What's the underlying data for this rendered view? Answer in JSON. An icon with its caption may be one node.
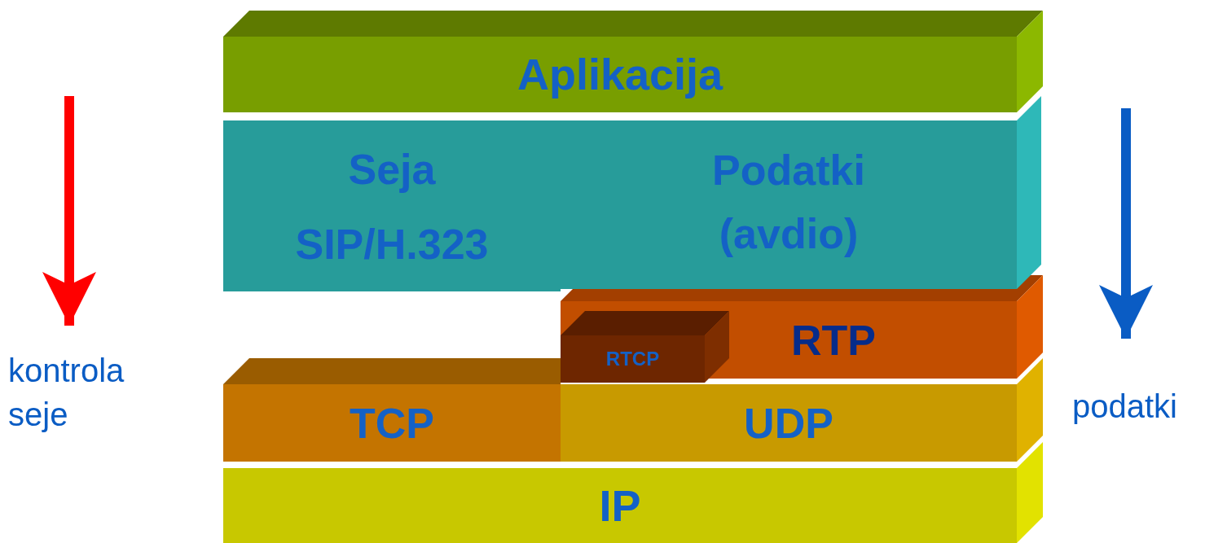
{
  "diagram": {
    "nodes": [
      {
        "text": [
          "Aplikacija"
        ]
      },
      {
        "text": [
          "Seja",
          "SIP/H.323"
        ]
      },
      {
        "text": [
          "Podatki (avdio)"
        ]
      },
      {
        "text": [
          "RTP"
        ]
      },
      {
        "text": [
          "RTCP"
        ]
      },
      {
        "text": [
          "TCP"
        ]
      },
      {
        "text": [
          "UDP"
        ]
      },
      {
        "text": [
          "IP"
        ]
      },
      {
        "text": [
          "kontrola seje"
        ]
      },
      {
        "text": [
          "podatki"
        ]
      }
    ],
    "edges": [
      {
        "from": null,
        "to": 8,
        "arrow": "to",
        "color": "#ff0000"
      },
      {
        "from": null,
        "to": 9,
        "arrow": "to",
        "color": "#0a5cc4"
      }
    ]
  }
}
